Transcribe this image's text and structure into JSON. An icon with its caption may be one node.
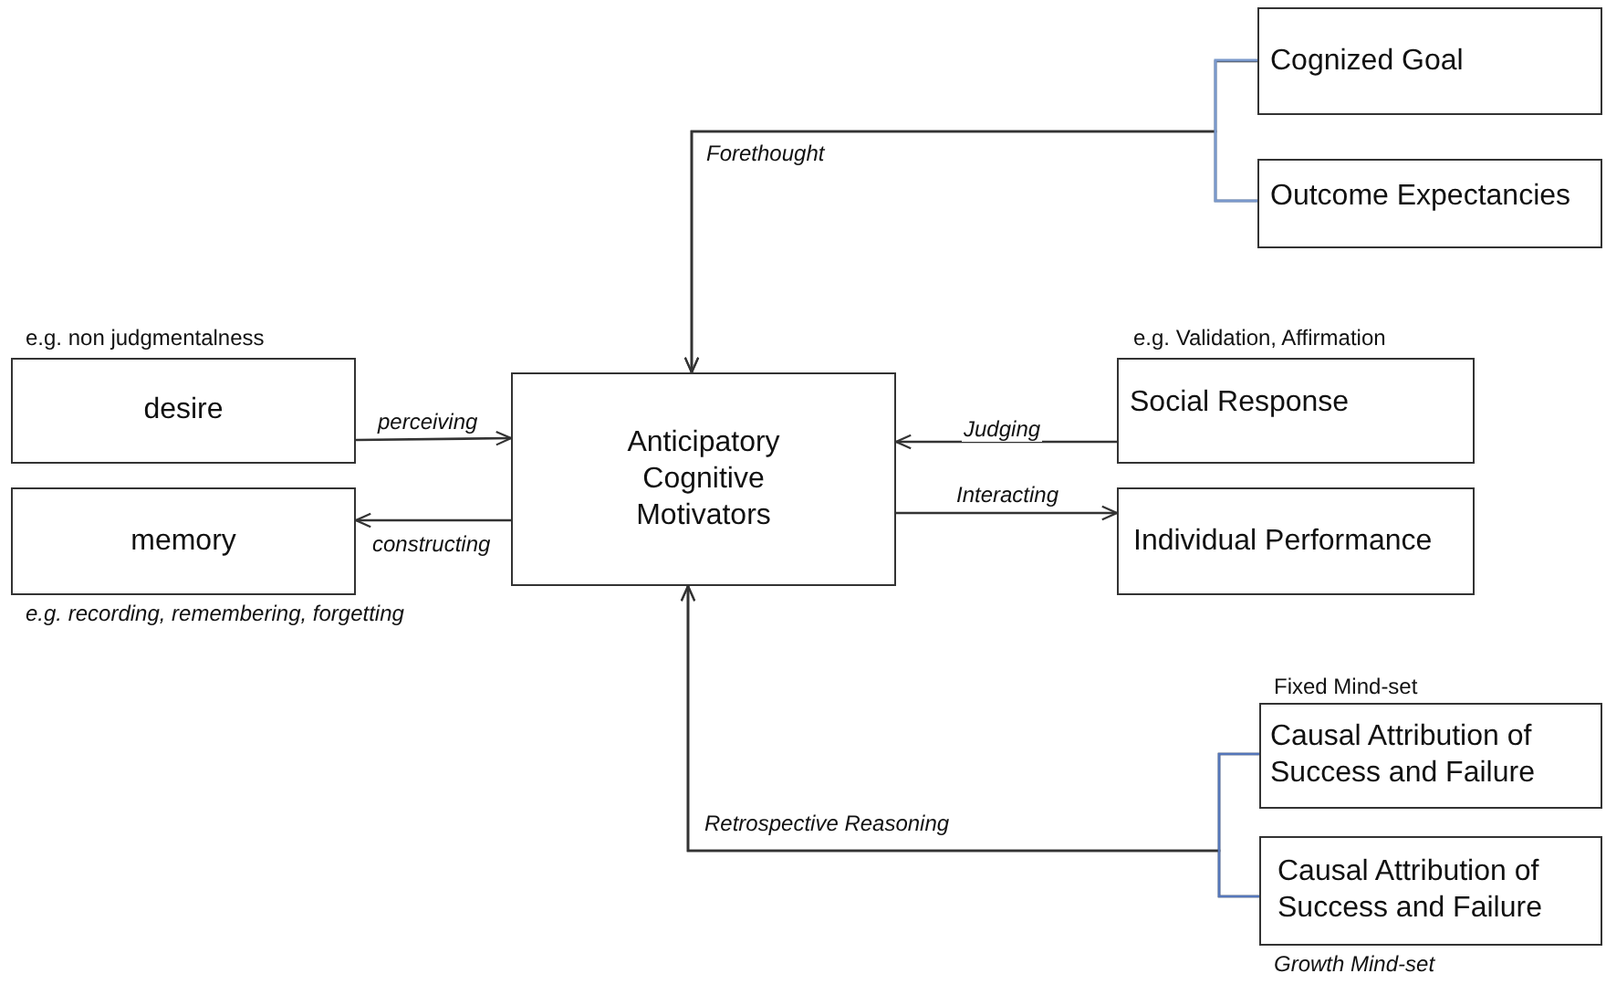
{
  "diagram": {
    "nodes": [
      {
        "text": [
          "desire"
        ],
        "beside": [
          "e.g. non judgmentalness"
        ]
      },
      {
        "text": [
          "memory"
        ],
        "beside": [
          "e.g. recording, remembering, forgetting"
        ]
      },
      {
        "text": [
          "Anticipatory Cognitive Motivators"
        ]
      },
      {
        "text": [
          "Social Response"
        ],
        "beside": [
          "e.g. Validation, Affirmation"
        ]
      },
      {
        "text": [
          "Individual Performance"
        ]
      },
      {
        "text": [
          "Cognized Goal"
        ]
      },
      {
        "text": [
          "Outcome Expectancies"
        ]
      },
      {
        "text": [
          "Causal Attribution of Success and Failure"
        ],
        "beside": [
          "Fixed Mind-set"
        ]
      },
      {
        "text": [
          "Causal Attribution of Success and Failure"
        ],
        "beside": [
          "Growth Mind-set"
        ]
      }
    ],
    "edges": [
      {
        "from": 5,
        "to": 2,
        "arrow": "to",
        "label": "Forethought"
      },
      {
        "from": 6,
        "to": 2,
        "arrow": "to"
      },
      {
        "from": 0,
        "to": 2,
        "arrow": "to",
        "label": "perceiving"
      },
      {
        "from": 2,
        "to": 1,
        "arrow": "to",
        "label": "constructing"
      },
      {
        "from": 3,
        "to": 2,
        "arrow": "to",
        "label": "Judging"
      },
      {
        "from": 2,
        "to": 4,
        "arrow": "to",
        "label": "Interacting"
      },
      {
        "from": 7,
        "to": 2,
        "arrow": "to",
        "label": "Retrospective Reasoning"
      },
      {
        "from": 8,
        "to": 2,
        "arrow": "to"
      }
    ]
  }
}
